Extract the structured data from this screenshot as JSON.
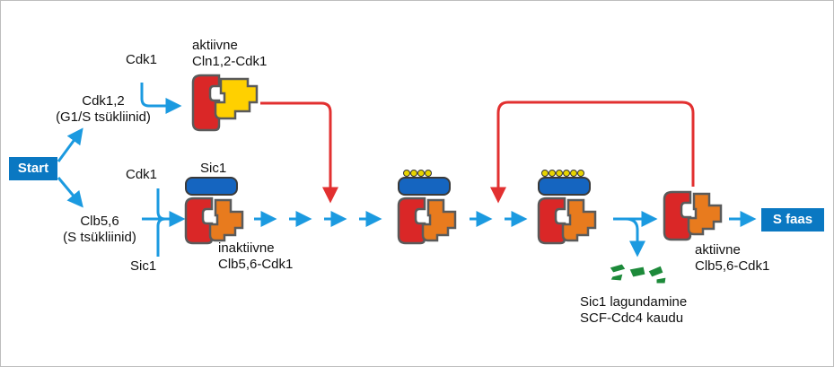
{
  "colors": {
    "arrow_blue": "#1b9ae0",
    "arrow_red": "#e23030",
    "cdk_red": "#da2727",
    "cln_yellow": "#ffd000",
    "clb_orange": "#e87b1e",
    "sic1_blue": "#1565c0",
    "phospho_yellow": "#e8d400",
    "degraded_green": "#1d8a3a",
    "box_blue": "#0a78c2"
  },
  "labels": {
    "start": "Start",
    "cdk1_top": "Cdk1",
    "cdk12_line1": "Cdk1,2",
    "cdk12_line2": "(G1/S tsükliinid)",
    "active_cln_line1": "aktiivne",
    "active_cln_line2": "Cln1,2-Cdk1",
    "cdk1_mid": "Cdk1",
    "sic1_top": "Sic1",
    "clb56_line1": "Clb5,6",
    "clb56_line2": "(S tsükliinid)",
    "sic1_bottom": "Sic1",
    "inactive_line1": "inaktiivne",
    "inactive_line2": "Clb5,6-Cdk1",
    "active_clb_line1": "aktiivne",
    "active_clb_line2": "Clb5,6-Cdk1",
    "degradation_line1": "Sic1 lagundamine",
    "degradation_line2": "SCF-Cdc4 kaudu",
    "s_phase": "S faas"
  },
  "phospho": {
    "complex2_count": 4,
    "complex3_count": 6
  }
}
